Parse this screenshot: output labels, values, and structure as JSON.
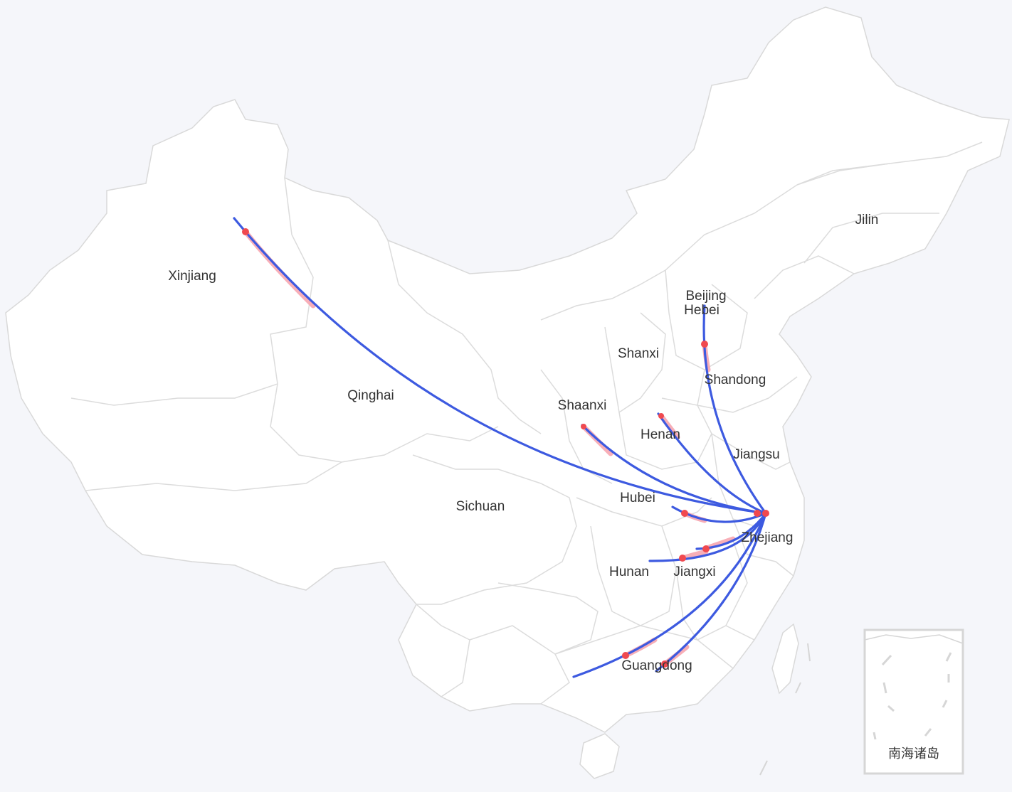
{
  "map": {
    "region_labels": {
      "xinjiang": "Xinjiang",
      "qinghai": "Qinghai",
      "sichuan": "Sichuan",
      "jilin": "Jilin",
      "beijing": "Beijing",
      "hebei": "Hebei",
      "shanxi": "Shanxi",
      "shandong": "Shandong",
      "shaanxi": "Shaanxi",
      "henan": "Henan",
      "jiangsu": "Jiangsu",
      "hubei": "Hubei",
      "zhejiang": "Zhejiang",
      "hunan": "Hunan",
      "jiangxi": "Jiangxi",
      "guangdong": "Guangdong"
    },
    "inset_label": "南海诸岛",
    "flows": {
      "destination": "Zhejiang",
      "origins": [
        "Xinjiang",
        "Hebei",
        "Shaanxi",
        "Henan",
        "Hubei",
        "Jiangxi",
        "Guangdong"
      ]
    },
    "colors": {
      "background": "#f5f6fa",
      "land": "#ffffff",
      "border": "#d9d9d9",
      "line": "#3d5ae0",
      "trail": "#f7a6b0",
      "effect_point": "#f0494f"
    }
  }
}
